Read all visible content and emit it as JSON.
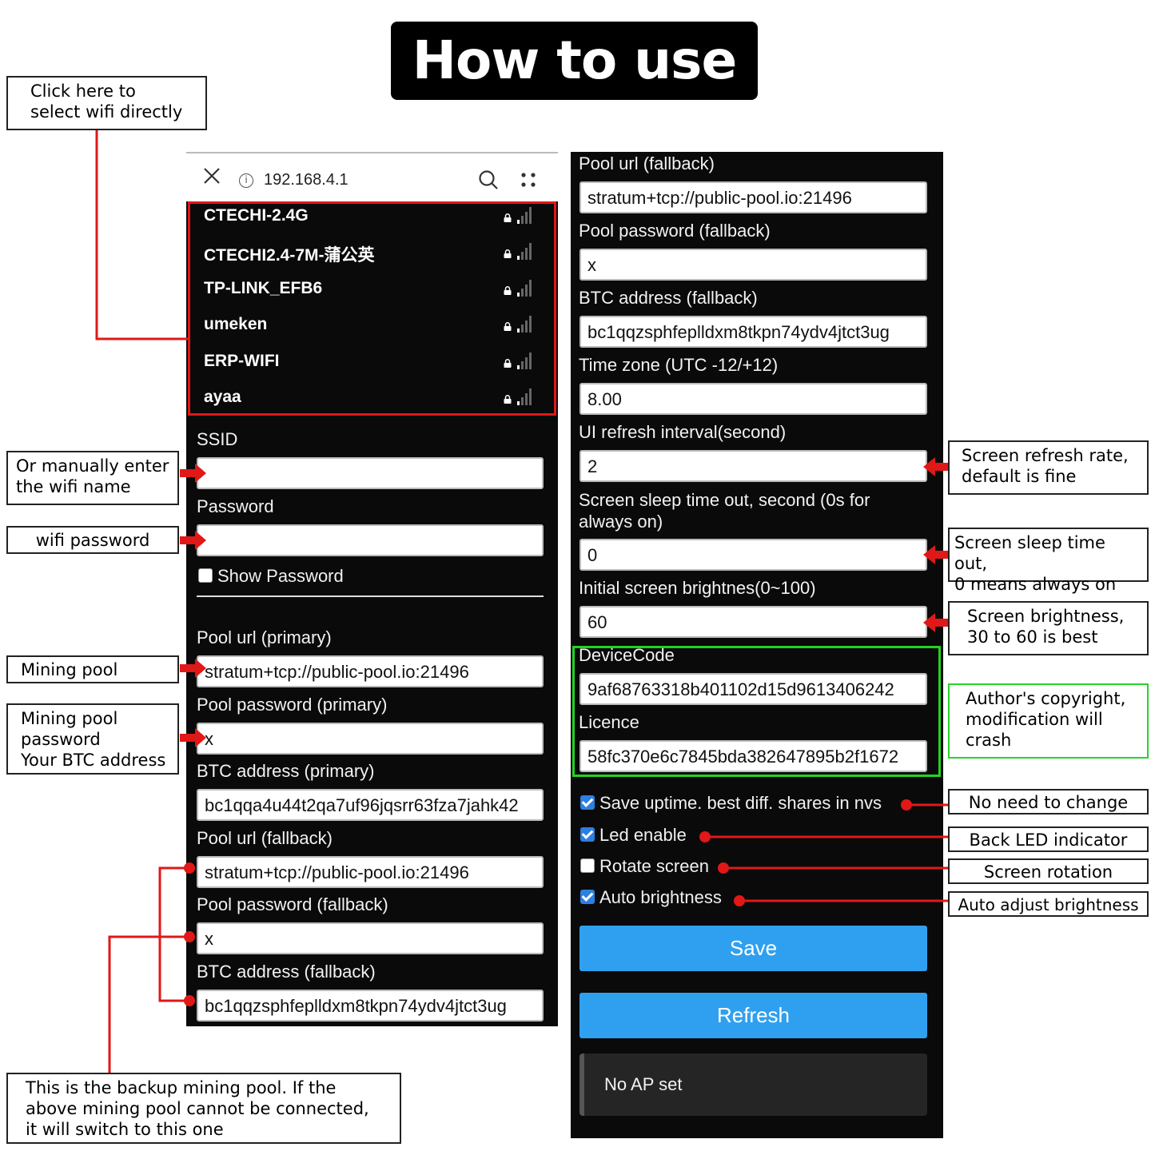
{
  "title": "How to use",
  "callouts": {
    "select_wifi": "Click here to\nselect wifi directly",
    "manual_wifi": "Or manually enter\nthe wifi name",
    "wifi_password": "wifi password",
    "mining_pool": "Mining pool",
    "mining_pool_password": "Mining pool\npassword\nYour BTC address",
    "backup_pool": "This is the backup mining pool. If the\nabove mining pool cannot be connected,\nit will switch to this one",
    "refresh_rate": "Screen refresh rate,\ndefault is fine",
    "sleep_timeout": "Screen sleep time out,\n0 means always on",
    "brightness": "Screen brightness,\n30 to 60 is best",
    "copyright": "Author's copyright,\nmodification will\ncrash",
    "no_change": "No need to change",
    "led": "Back LED indicator",
    "rotation": "Screen rotation",
    "auto_brightness": "Auto adjust brightness"
  },
  "browser": {
    "url": "192.168.4.1"
  },
  "wifi_networks": [
    "CTECHI-2.4G",
    "CTECHI2.4-7M-蒲公英",
    "TP-LINK_EFB6",
    "umeken",
    "ERP-WIFI",
    "ayaa"
  ],
  "left_form": {
    "ssid_label": "SSID",
    "ssid_value": "",
    "password_label": "Password",
    "password_value": "",
    "show_password_label": "Show Password",
    "pool_url_primary_label": "Pool url (primary)",
    "pool_url_primary_value": "stratum+tcp://public-pool.io:21496",
    "pool_password_primary_label": "Pool password (primary)",
    "pool_password_primary_value": "x",
    "btc_address_primary_label": "BTC address (primary)",
    "btc_address_primary_value": "bc1qqa4u44t2qa7uf96jqsrr63fza7jahk42",
    "pool_url_fallback_label": "Pool url (fallback)",
    "pool_url_fallback_value": "stratum+tcp://public-pool.io:21496",
    "pool_password_fallback_label": "Pool password (fallback)",
    "pool_password_fallback_value": "x",
    "btc_address_fallback_label": "BTC address (fallback)",
    "btc_address_fallback_value": "bc1qqzsphfeplldxm8tkpn74ydv4jtct3ug"
  },
  "right_form": {
    "pool_url_fallback_label": "Pool url (fallback)",
    "pool_url_fallback_value": "stratum+tcp://public-pool.io:21496",
    "pool_password_fallback_label": "Pool password (fallback)",
    "pool_password_fallback_value": "x",
    "btc_address_fallback_label": "BTC address (fallback)",
    "btc_address_fallback_value": "bc1qqzsphfeplldxm8tkpn74ydv4jtct3ug",
    "timezone_label": "Time zone (UTC -12/+12)",
    "timezone_value": "8.00",
    "ui_refresh_label": "UI refresh interval(second)",
    "ui_refresh_value": "2",
    "sleep_label": "Screen sleep time out, second (0s for\nalways on)",
    "sleep_value": "0",
    "brightness_label": "Initial screen brightnes(0~100)",
    "brightness_value": "60",
    "device_code_label": "DeviceCode",
    "device_code_value": "9af68763318b401102d15d9613406242",
    "licence_label": "Licence",
    "licence_value": "58fc370e6c7845bda382647895b2f1672",
    "save_nvs_label": "Save uptime. best diff. shares in nvs",
    "led_enable_label": "Led enable",
    "rotate_label": "Rotate screen",
    "auto_brightness_label": "Auto brightness",
    "save_button": "Save",
    "refresh_button": "Refresh",
    "status_text": "No AP set"
  },
  "checkboxes": {
    "show_password": false,
    "save_nvs": true,
    "led_enable": true,
    "rotate": false,
    "auto_brightness": true
  },
  "colors": {
    "accent_red": "#e01818",
    "accent_green": "#22d322",
    "button_blue": "#2fa0ef"
  }
}
